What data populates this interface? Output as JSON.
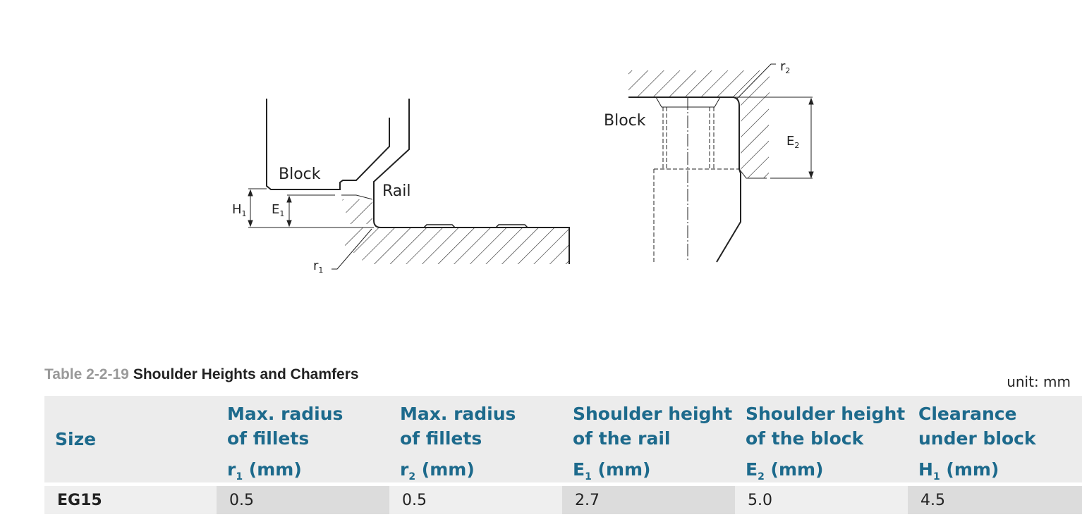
{
  "diagram_left": {
    "block_label": "Block",
    "rail_label": "Rail",
    "h1_label": "H",
    "h1_sub": "1",
    "e1_label": "E",
    "e1_sub": "1",
    "r1_label": "r",
    "r1_sub": "1"
  },
  "diagram_right": {
    "block_label": "Block",
    "e2_label": "E",
    "e2_sub": "2",
    "r2_label": "r",
    "r2_sub": "2"
  },
  "table": {
    "number": "Table 2-2-19",
    "title": "Shoulder Heights and Chamfers",
    "unit": "unit: mm",
    "columns": [
      {
        "line1": "Size",
        "line2": "",
        "sym": "",
        "sub": "",
        "unit": ""
      },
      {
        "line1": "Max. radius",
        "line2": "of fillets",
        "sym": "r",
        "sub": "1",
        "unit": " (mm)"
      },
      {
        "line1": "Max. radius",
        "line2": "of fillets",
        "sym": "r",
        "sub": "2",
        "unit": " (mm)"
      },
      {
        "line1": "Shoulder height",
        "line2": "of the rail",
        "sym": "E",
        "sub": "1",
        "unit": " (mm)"
      },
      {
        "line1": "Shoulder height",
        "line2": "of the block",
        "sym": "E",
        "sub": "2",
        "unit": " (mm)"
      },
      {
        "line1": "Clearance",
        "line2": "under block",
        "sym": "H",
        "sub": "1",
        "unit": " (mm)"
      }
    ],
    "rows": [
      [
        "EG15",
        "0.5",
        "0.5",
        "2.7",
        "5.0",
        "4.5"
      ]
    ]
  }
}
